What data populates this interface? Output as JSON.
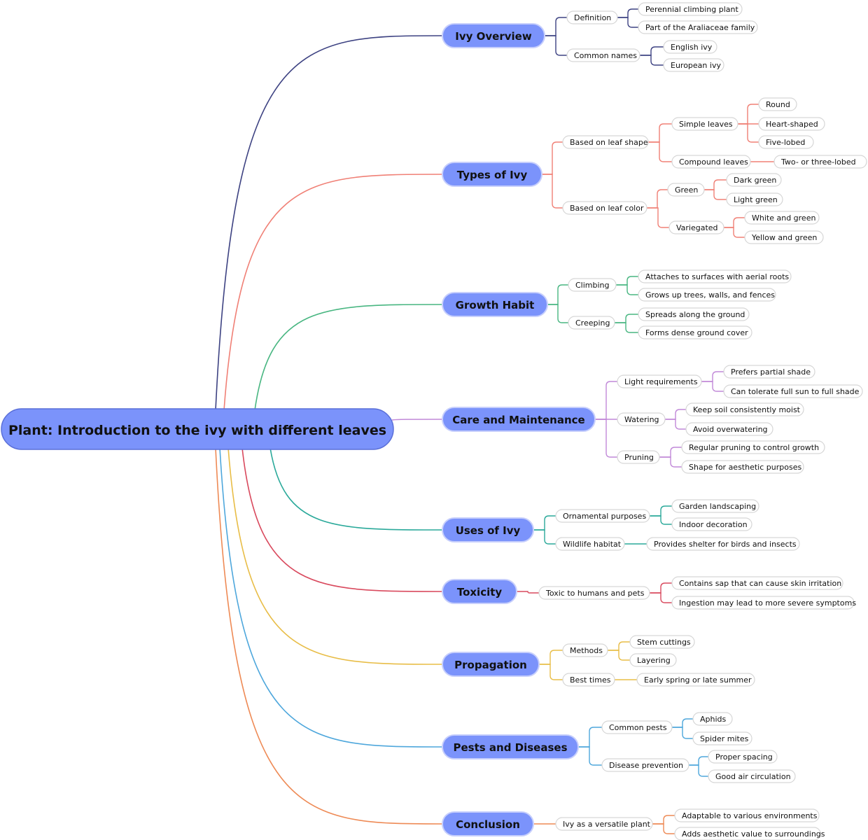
{
  "root": {
    "label": "Plant: Introduction to the ivy with different leaves"
  },
  "colors": {
    "node_fill": "#7b93fb",
    "node_stroke": "#5a6fd8",
    "branches": [
      "#3d4282",
      "#f08076",
      "#48b681",
      "#c189d8",
      "#2aa99a",
      "#d94a5e",
      "#e8bd47",
      "#4ea7dc",
      "#ee8a55"
    ]
  },
  "branches": [
    {
      "label": "Ivy Overview",
      "children": [
        {
          "label": "Definition",
          "children": [
            {
              "label": "Perennial climbing plant"
            },
            {
              "label": "Part of the Araliaceae family"
            }
          ]
        },
        {
          "label": "Common names",
          "children": [
            {
              "label": "English ivy"
            },
            {
              "label": "European ivy"
            }
          ]
        }
      ]
    },
    {
      "label": "Types of Ivy",
      "children": [
        {
          "label": "Based on leaf shape",
          "children": [
            {
              "label": "Simple leaves",
              "children": [
                {
                  "label": "Round"
                },
                {
                  "label": "Heart-shaped"
                },
                {
                  "label": "Five-lobed"
                }
              ]
            },
            {
              "label": "Compound leaves",
              "children": [
                {
                  "label": "Two- or three-lobed"
                }
              ]
            }
          ]
        },
        {
          "label": "Based on leaf color",
          "children": [
            {
              "label": "Green",
              "children": [
                {
                  "label": "Dark green"
                },
                {
                  "label": "Light green"
                }
              ]
            },
            {
              "label": "Variegated",
              "children": [
                {
                  "label": "White and green"
                },
                {
                  "label": "Yellow and green"
                }
              ]
            }
          ]
        }
      ]
    },
    {
      "label": "Growth Habit",
      "children": [
        {
          "label": "Climbing",
          "children": [
            {
              "label": "Attaches to surfaces with aerial roots"
            },
            {
              "label": "Grows up trees, walls, and fences"
            }
          ]
        },
        {
          "label": "Creeping",
          "children": [
            {
              "label": "Spreads along the ground"
            },
            {
              "label": "Forms dense ground cover"
            }
          ]
        }
      ]
    },
    {
      "label": "Care and Maintenance",
      "children": [
        {
          "label": "Light requirements",
          "children": [
            {
              "label": "Prefers partial shade"
            },
            {
              "label": "Can tolerate full sun to full shade"
            }
          ]
        },
        {
          "label": "Watering",
          "children": [
            {
              "label": "Keep soil consistently moist"
            },
            {
              "label": "Avoid overwatering"
            }
          ]
        },
        {
          "label": "Pruning",
          "children": [
            {
              "label": "Regular pruning to control growth"
            },
            {
              "label": "Shape for aesthetic purposes"
            }
          ]
        }
      ]
    },
    {
      "label": "Uses of Ivy",
      "children": [
        {
          "label": "Ornamental purposes",
          "children": [
            {
              "label": "Garden landscaping"
            },
            {
              "label": "Indoor decoration"
            }
          ]
        },
        {
          "label": "Wildlife habitat",
          "children": [
            {
              "label": "Provides shelter for birds and insects"
            }
          ]
        }
      ]
    },
    {
      "label": "Toxicity",
      "children": [
        {
          "label": "Toxic to humans and pets",
          "children": [
            {
              "label": "Contains sap that can cause skin irritation"
            },
            {
              "label": "Ingestion may lead to more severe symptoms"
            }
          ]
        }
      ]
    },
    {
      "label": "Propagation",
      "children": [
        {
          "label": "Methods",
          "children": [
            {
              "label": "Stem cuttings"
            },
            {
              "label": "Layering"
            }
          ]
        },
        {
          "label": "Best times",
          "children": [
            {
              "label": "Early spring or late summer"
            }
          ]
        }
      ]
    },
    {
      "label": "Pests and Diseases",
      "children": [
        {
          "label": "Common pests",
          "children": [
            {
              "label": "Aphids"
            },
            {
              "label": "Spider mites"
            }
          ]
        },
        {
          "label": "Disease prevention",
          "children": [
            {
              "label": "Proper spacing"
            },
            {
              "label": "Good air circulation"
            }
          ]
        }
      ]
    },
    {
      "label": "Conclusion",
      "children": [
        {
          "label": "Ivy as a versatile plant",
          "children": [
            {
              "label": "Adaptable to various environments"
            },
            {
              "label": "Adds aesthetic value to surroundings"
            }
          ]
        }
      ]
    }
  ]
}
